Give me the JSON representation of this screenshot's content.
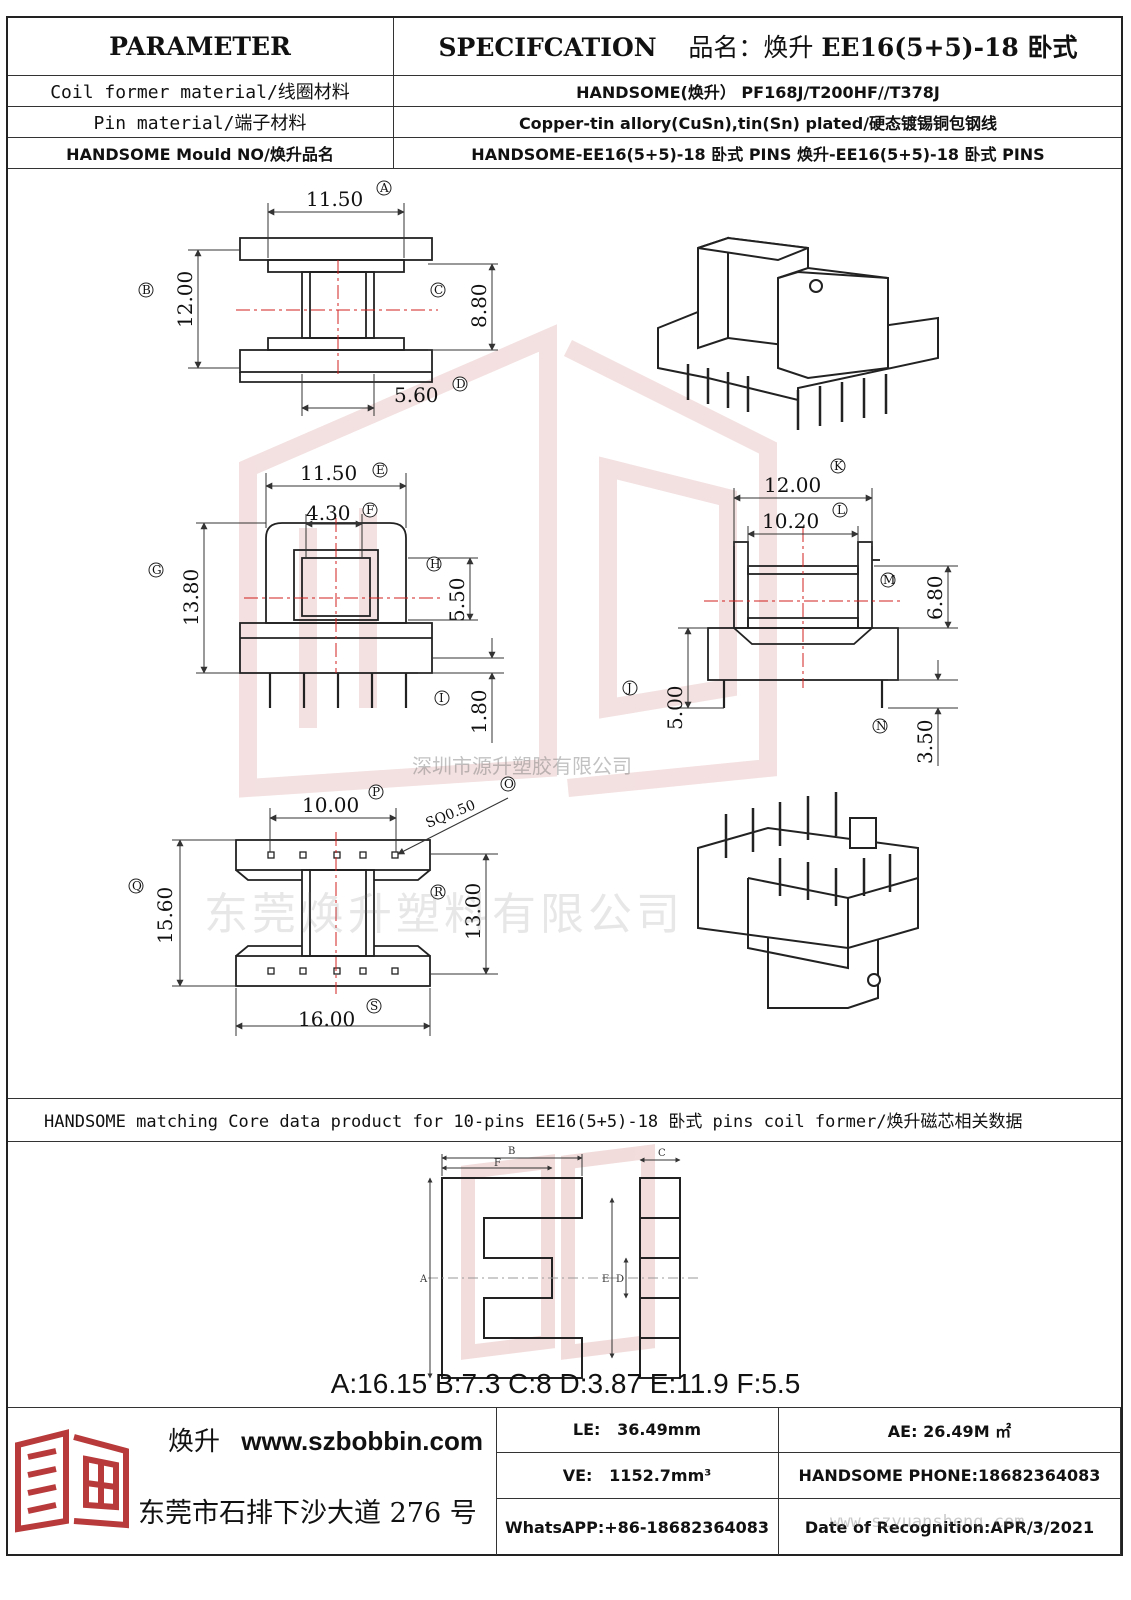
{
  "header": {
    "parameter": "PARAMETER",
    "specification": "SPECIFCATION",
    "product_label": "品名：焕升",
    "product_code": "EE16(5+5)-18 卧式"
  },
  "rows": [
    {
      "label": "Coil former material/线圈材料",
      "value": "HANDSOME(焕升）  PF168J/T200HF//T378J"
    },
    {
      "label": "Pin material/端子材料",
      "value": "Copper-tin allory(CuSn),tin(Sn) plated/硬态镀锡铜包钢线"
    },
    {
      "label": "HANDSOME Mould NO/焕升品名",
      "value": "HANDSOME-EE16(5+5)-18 卧式  PINS   焕升-EE16(5+5)-18 卧式  PINS"
    }
  ],
  "dimensions": {
    "A": "11.50",
    "B": "12.00",
    "C": "8.80",
    "D": "5.60",
    "E": "11.50",
    "F": "4.30",
    "G": "13.80",
    "H": "5.50",
    "I": "1.80",
    "J": "5.00",
    "K": "12.00",
    "L": "10.20",
    "M": "6.80",
    "N": "3.50",
    "O": "SQ0.50",
    "P": "10.00",
    "Q": "15.60",
    "R": "13.00",
    "S": "16.00"
  },
  "dimension_letters": [
    "A",
    "B",
    "C",
    "D",
    "E",
    "F",
    "G",
    "H",
    "I",
    "J",
    "K",
    "L",
    "M",
    "N",
    "O",
    "P",
    "Q",
    "R",
    "S"
  ],
  "core": {
    "title": "HANDSOME matching Core data  product for 10-pins EE16(5+5)-18 卧式 pins coil former/焕升磁芯相关数据",
    "values": "A:16.15 B:7.3 C:8 D:3.87 E:11.9 F:5.5",
    "labels": {
      "a": "A",
      "b": "B",
      "c": "C",
      "d": "D",
      "e": "E",
      "f": "F"
    }
  },
  "footer": {
    "brand_cn": "焕升",
    "website": "www.szbobbin.com",
    "address": "东莞市石排下沙大道 276 号",
    "le_label": "LE:",
    "le_value": "36.49mm",
    "ae": "AE: 26.49M ㎡",
    "ve_label": "VE:",
    "ve_value": "1152.7mm³",
    "phone": "HANDSOME PHONE:18682364083",
    "whatsapp": "WhatsAPP:+86-18682364083",
    "date": "Date of Recognition:APR/3/2021"
  },
  "watermarks": {
    "company_small": "深圳市源升塑胶有限公司",
    "company_large": "东莞焕升塑料有限公司",
    "url": "www.szyuansheng.com"
  },
  "colors": {
    "line": "#222222",
    "dim": "#333333",
    "centerline": "#d02020",
    "watermark": "#e8c8c8"
  }
}
